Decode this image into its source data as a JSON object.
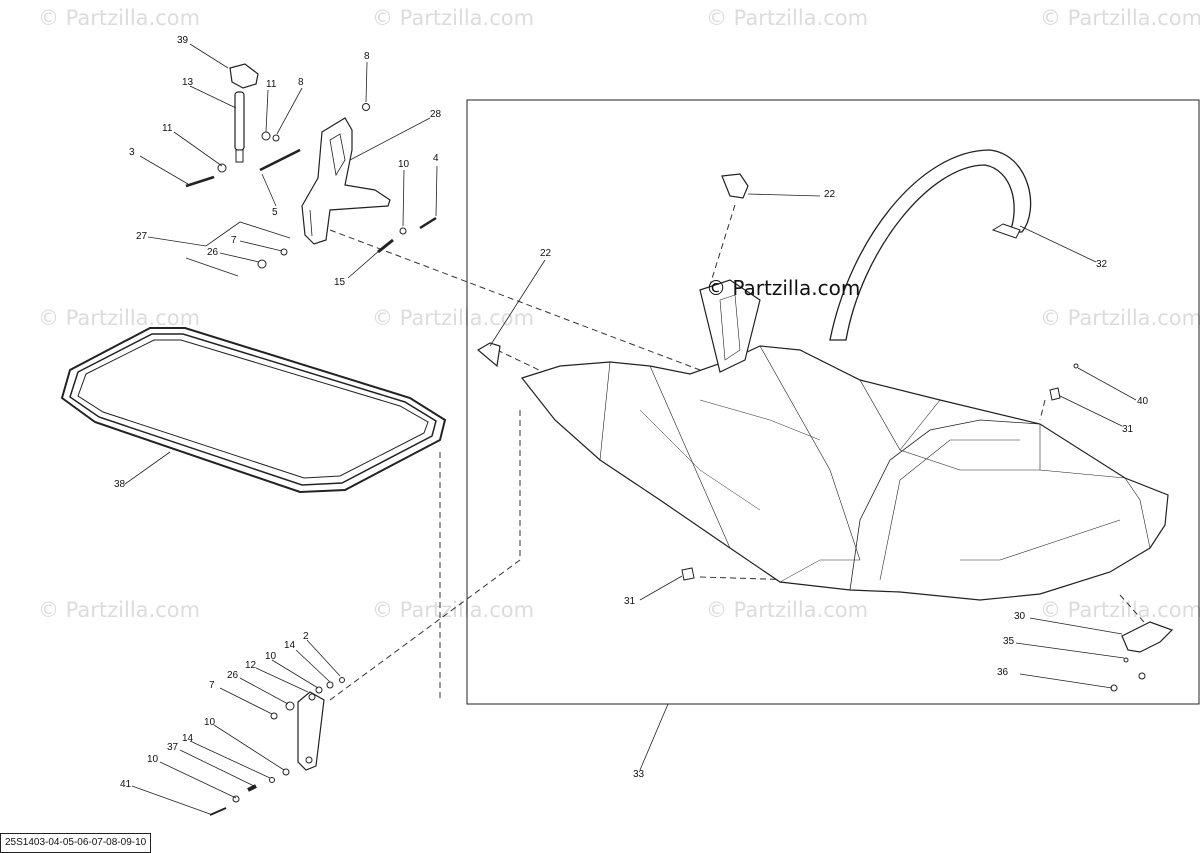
{
  "watermark": "© Partzilla.com",
  "brand_watermark": "© Partzilla.com",
  "diagram_code": "25S1403-04-05-06-07-08-09-10",
  "callouts": [
    "39",
    "13",
    "11",
    "8",
    "8",
    "3",
    "11",
    "28",
    "10",
    "4",
    "5",
    "27",
    "7",
    "26",
    "15",
    "22",
    "22",
    "32",
    "40",
    "31",
    "38",
    "31",
    "30",
    "35",
    "36",
    "2",
    "14",
    "10",
    "12",
    "26",
    "7",
    "10",
    "14",
    "37",
    "10",
    "41",
    "33"
  ]
}
